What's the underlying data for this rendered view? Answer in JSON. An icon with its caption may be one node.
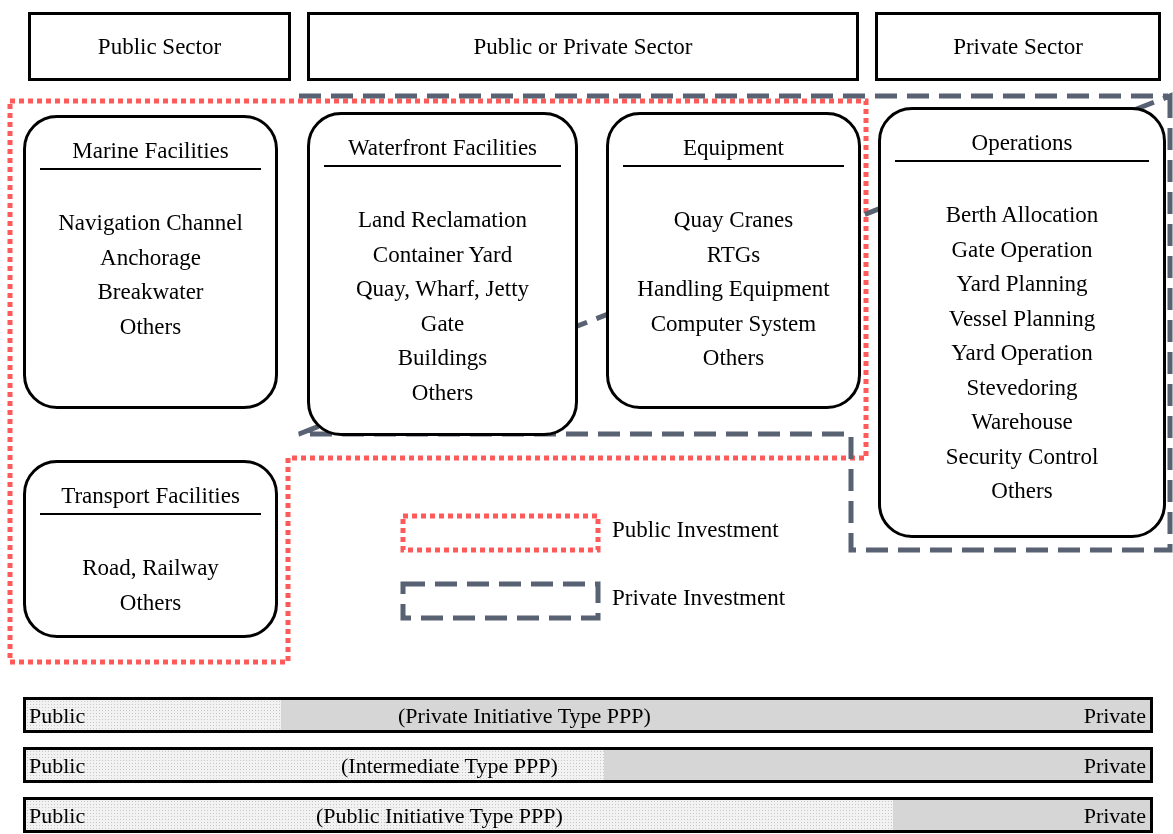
{
  "diagram": {
    "nodes": [
      {
        "text": [
          "Public Sector"
        ]
      },
      {
        "text": [
          "Public or Private Sector"
        ]
      },
      {
        "text": [
          "Private Sector"
        ]
      },
      {
        "text": [
          "Marine Facilities",
          "Navigation Channel",
          "Anchorage",
          "Breakwater",
          "Others"
        ]
      },
      {
        "text": [
          "Waterfront Facilities",
          "Land Reclamation",
          "Container Yard",
          "Quay, Wharf, Jetty",
          "Gate",
          "Buildings",
          "Others"
        ]
      },
      {
        "text": [
          "Equipment",
          "Quay Cranes",
          "RTGs",
          "Handling Equipment",
          "Computer System",
          "Others"
        ]
      },
      {
        "text": [
          "Operations",
          "Berth Allocation",
          "Gate Operation",
          "Yard Planning",
          "Vessel Planning",
          "Yard Operation",
          "Stevedoring",
          "Warehouse",
          "Security Control",
          "Others"
        ]
      },
      {
        "text": [
          "Transport Facilities",
          "Road, Railway",
          "Others"
        ]
      },
      {
        "text": [
          "Public",
          "(Private Initiative Type PPP)",
          "Private"
        ]
      },
      {
        "text": [
          "Public",
          "(Intermediate Type PPP)",
          "Private"
        ]
      },
      {
        "text": [
          "Public",
          "(Public Initiative Type PPP)",
          "Private"
        ]
      }
    ],
    "edges": [],
    "legend": [
      {
        "text": "Public Investment"
      },
      {
        "text": "Private Investment"
      }
    ]
  }
}
